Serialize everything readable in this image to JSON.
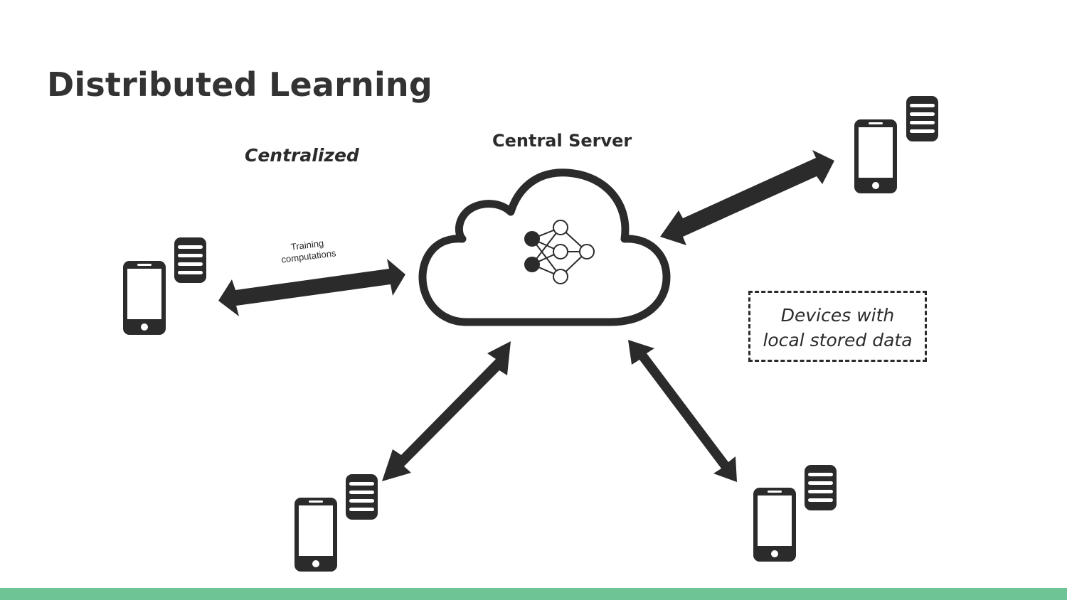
{
  "slide": {
    "title": "Distributed Learning",
    "subtitle": "Centralized",
    "server_label": "Central Server",
    "arrow_label": [
      "Training",
      "computations"
    ],
    "legend": [
      "Devices with",
      "local stored data"
    ]
  },
  "colors": {
    "ink": "#2b2b2b",
    "title": "#333333",
    "footer": "#6fc496",
    "background": "#ffffff"
  },
  "icons": {
    "server": "cloud-icon",
    "model": "neural-network-icon",
    "device": "smartphone-icon",
    "storage": "database-icon"
  }
}
